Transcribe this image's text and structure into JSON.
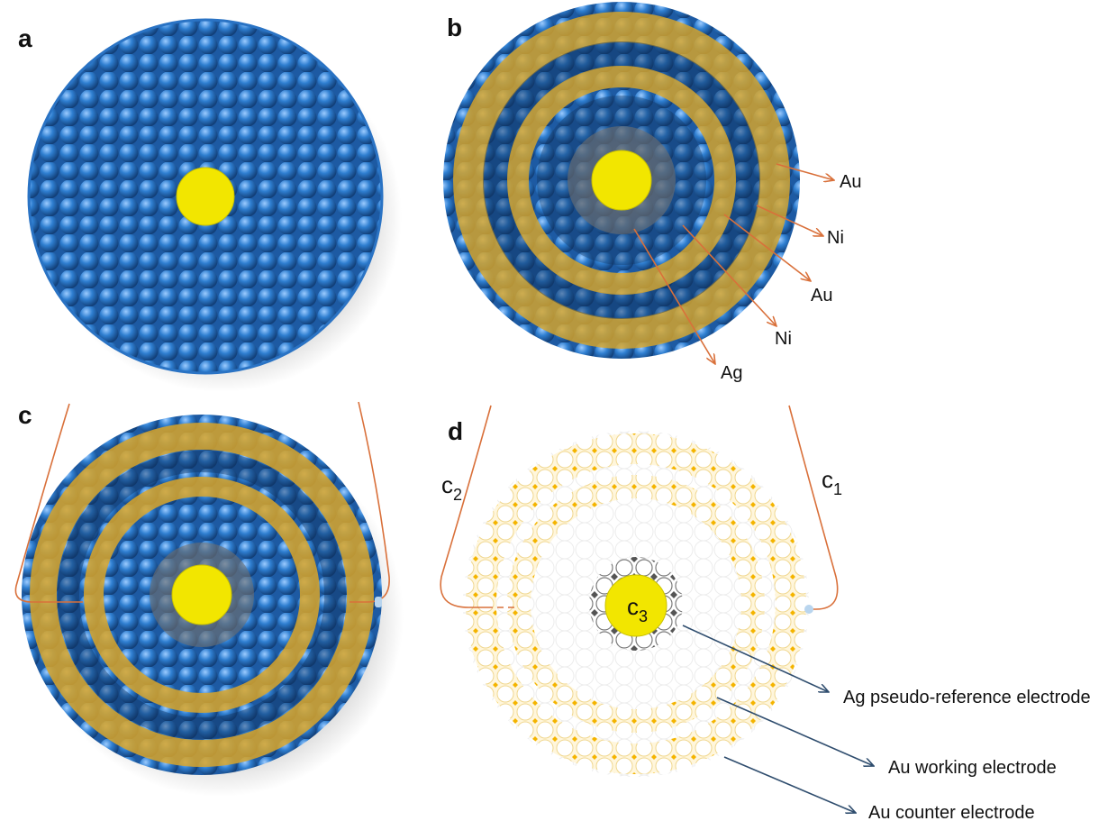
{
  "panels": {
    "a": {
      "letter": "a"
    },
    "b": {
      "letter": "b",
      "layers": [
        {
          "label": "Au"
        },
        {
          "label": "Ni"
        },
        {
          "label": "Au"
        },
        {
          "label": "Ni"
        },
        {
          "label": "Ag"
        }
      ]
    },
    "c": {
      "letter": "c"
    },
    "d": {
      "letter": "d",
      "contacts": {
        "c1": {
          "base": "c",
          "sub": "1"
        },
        "c2": {
          "base": "c",
          "sub": "2"
        },
        "c3": {
          "base": "c",
          "sub": "3"
        }
      },
      "electrodes": [
        {
          "label": "Ag pseudo-reference  electrode"
        },
        {
          "label": "Au working electrode"
        },
        {
          "label": "Au counter electrode"
        }
      ]
    }
  },
  "colors": {
    "particle_blue": "#2f7fd1",
    "particle_blue_dark": "#1b4f8f",
    "gold_ring": "#d9a62a",
    "center_yellow": "#f2e600",
    "wire_orange": "#d9703a",
    "arrow_navy": "#2f4d6e"
  }
}
